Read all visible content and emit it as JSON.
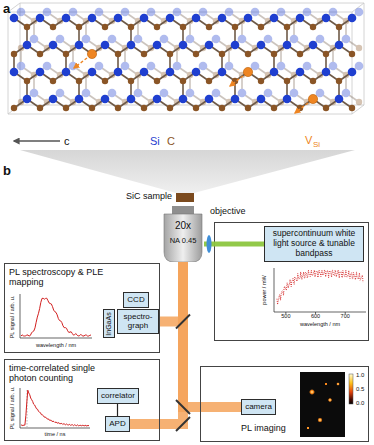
{
  "diagram": {
    "nodes": [
      {
        "text": [
          "SiC sample"
        ]
      },
      {
        "text": [
          "objective",
          "20x",
          "NA 0.45"
        ]
      },
      {
        "text": [
          "supercontinuum white light source & tunable bandpass"
        ]
      },
      {
        "text": [
          "PL spectroscopy & PLE mapping"
        ]
      },
      {
        "text": [
          "CCD"
        ],
        "in": 3
      },
      {
        "text": [
          "InGaAs"
        ],
        "in": 3
      },
      {
        "text": [
          "spectro-graph"
        ],
        "in": 3
      },
      {
        "text": [
          "time-correlated single photon counting"
        ]
      },
      {
        "text": [
          "correlator"
        ],
        "in": 7
      },
      {
        "text": [
          "APD"
        ],
        "in": 7
      },
      {
        "text": [
          "PL imaging"
        ]
      },
      {
        "text": [
          "camera"
        ],
        "in": 10
      }
    ],
    "edges": [
      {
        "from": 2,
        "to": 1,
        "arrow": "none"
      },
      {
        "from": 1,
        "to": 6,
        "arrow": "none"
      },
      {
        "from": 1,
        "to": 9,
        "arrow": "none"
      },
      {
        "from": 1,
        "to": 11,
        "arrow": "none"
      },
      {
        "from": 8,
        "to": 9,
        "arrow": "none"
      }
    ],
    "labels": [
      "a",
      "c",
      "Si",
      "C",
      "V",
      "Si",
      "b",
      "PL signal / arb. u.",
      "wavelength / nm",
      "power / mW",
      "500",
      "600",
      "700",
      "wavelength / nm",
      "PL signal / arb. u.",
      "time / ns",
      "1.0",
      "0.5",
      "0.0"
    ]
  }
}
